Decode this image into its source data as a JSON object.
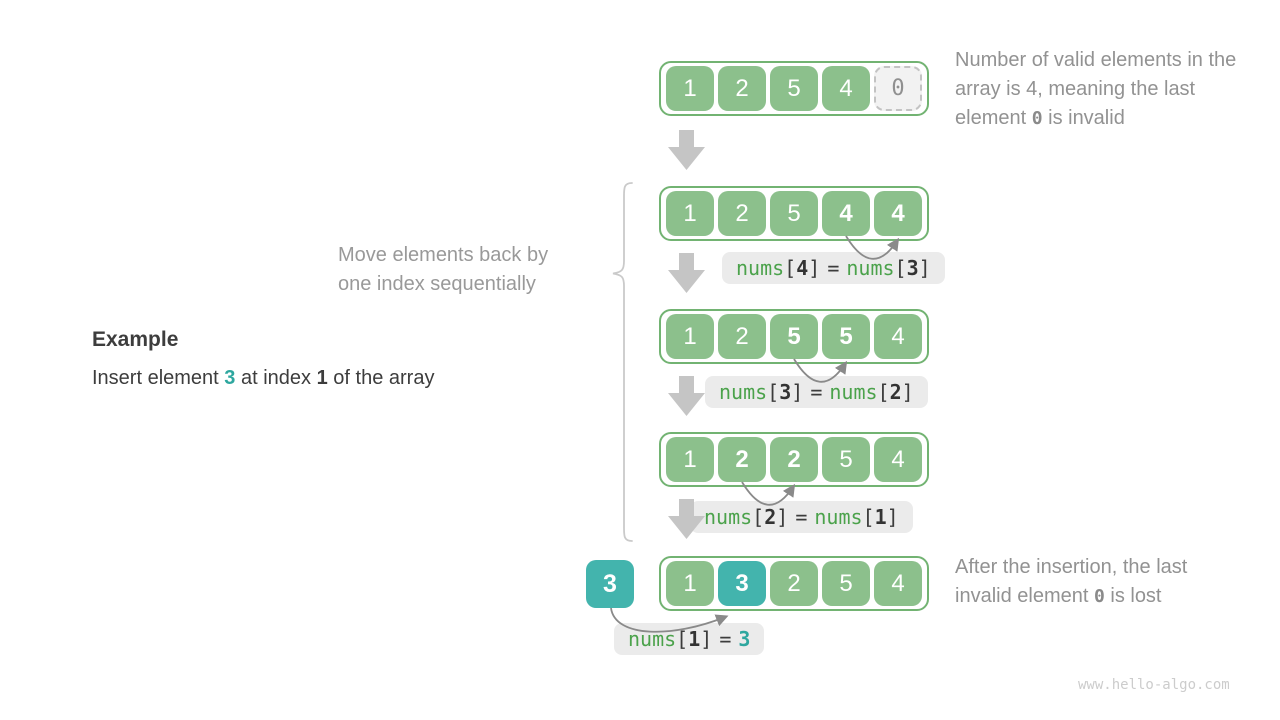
{
  "palette": {
    "cell_green": "#8cc08c",
    "container_border_green": "#72b372",
    "teal": "#43b4ad",
    "teal_text": "#2ea79f",
    "code_green": "#4ba24b",
    "label_bg": "#ebebeb",
    "note_gray": "#929292",
    "dark_text": "#3d3d3d",
    "arrow_gray": "#c5c5c5",
    "arc_gray": "#8a8a8a"
  },
  "example": {
    "heading": "Example",
    "body": {
      "pre": "Insert element ",
      "value": "3",
      "mid": " at index ",
      "index": "1",
      "post": " of the array"
    }
  },
  "notes": {
    "top": {
      "pre": "Number of valid elements in the array is 4, meaning the last element ",
      "code": "0",
      "post": " is invalid"
    },
    "move": "Move elements back by one index sequentially",
    "bottom": {
      "pre": "After the insertion, the last invalid element ",
      "code": "0",
      "post": " is lost"
    }
  },
  "inserted": {
    "value": "3"
  },
  "arrays": [
    {
      "cells": [
        "1",
        "2",
        "5",
        "4",
        "0"
      ]
    },
    {
      "cells": [
        "1",
        "2",
        "5",
        "4",
        "4"
      ]
    },
    {
      "cells": [
        "1",
        "2",
        "5",
        "5",
        "4"
      ]
    },
    {
      "cells": [
        "1",
        "2",
        "2",
        "5",
        "4"
      ]
    },
    {
      "cells": [
        "1",
        "3",
        "2",
        "5",
        "4"
      ]
    }
  ],
  "labels": [
    {
      "fn1": "nums",
      "lb1": "[",
      "i1": "4",
      "rb1": "]",
      "eq": "=",
      "fn2": "nums",
      "lb2": "[",
      "i2": "3",
      "rb2": "]"
    },
    {
      "fn1": "nums",
      "lb1": "[",
      "i1": "3",
      "rb1": "]",
      "eq": "=",
      "fn2": "nums",
      "lb2": "[",
      "i2": "2",
      "rb2": "]"
    },
    {
      "fn1": "nums",
      "lb1": "[",
      "i1": "2",
      "rb1": "]",
      "eq": "=",
      "fn2": "nums",
      "lb2": "[",
      "i2": "1",
      "rb2": "]"
    },
    {
      "fn1": "nums",
      "lb1": "[",
      "i1": "1",
      "rb1": "]",
      "eq": "=",
      "value": "3"
    }
  ],
  "watermark": {
    "text": "www.hello-algo.com"
  }
}
